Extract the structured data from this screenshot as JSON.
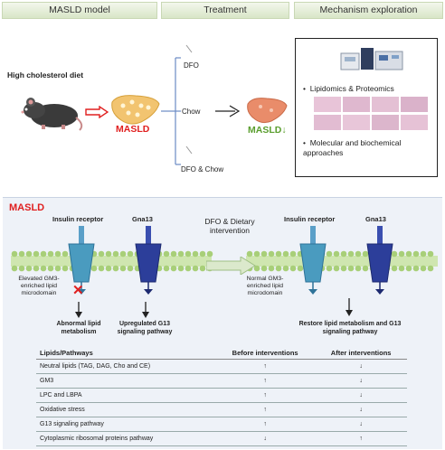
{
  "headers": {
    "model": "MASLD model",
    "treatment": "Treatment",
    "mechanism": "Mechanism exploration"
  },
  "top": {
    "diet_label": "High cholesterol diet",
    "masld_label": "MASLD",
    "treatments": [
      "DFO",
      "Chow",
      "DFO & Chow"
    ],
    "result_label": "MASLD↓",
    "bullets": [
      "Lipidomics & Proteomics",
      "Molecular and biochemical approaches"
    ]
  },
  "bottom": {
    "title": "MASLD",
    "left": {
      "receptor1": "Insulin  receptor",
      "receptor2": "Gna13",
      "membrane_note": "Elevated  GM3-enriched lipid microdomain",
      "outcome1": "Abnormal lipid metabolism",
      "outcome2": "Upregulated G13 signaling pathway"
    },
    "intervention": "DFO & Dietary intervention",
    "right": {
      "receptor1": "Insulin  receptor",
      "receptor2": "Gna13",
      "membrane_note": "Normal GM3-enriched lipid microdomain",
      "outcome": "Restore lipid metabolism and G13 signaling  pathway"
    }
  },
  "table": {
    "headers": [
      "Lipids/Pathways",
      "Before interventions",
      "After interventions"
    ],
    "rows": [
      [
        "Neutral lipids (TAG, DAG, Cho and CE)",
        "↑",
        "↓"
      ],
      [
        "GM3",
        "↑",
        "↓"
      ],
      [
        "LPC and LBPA",
        "↑",
        "↓"
      ],
      [
        "Oxidative stress",
        "↑",
        "↓"
      ],
      [
        "G13 signaling pathway",
        "↑",
        "↓"
      ],
      [
        "Cytoplasmic ribosomal proteins pathway",
        "↓",
        "↑"
      ]
    ]
  },
  "colors": {
    "masld_red": "#e02020",
    "result_green": "#5a9e2e",
    "membrane_green": "#b7d88a",
    "receptor_teal": "#4a9bbf",
    "receptor_navy": "#2c3e9a"
  }
}
